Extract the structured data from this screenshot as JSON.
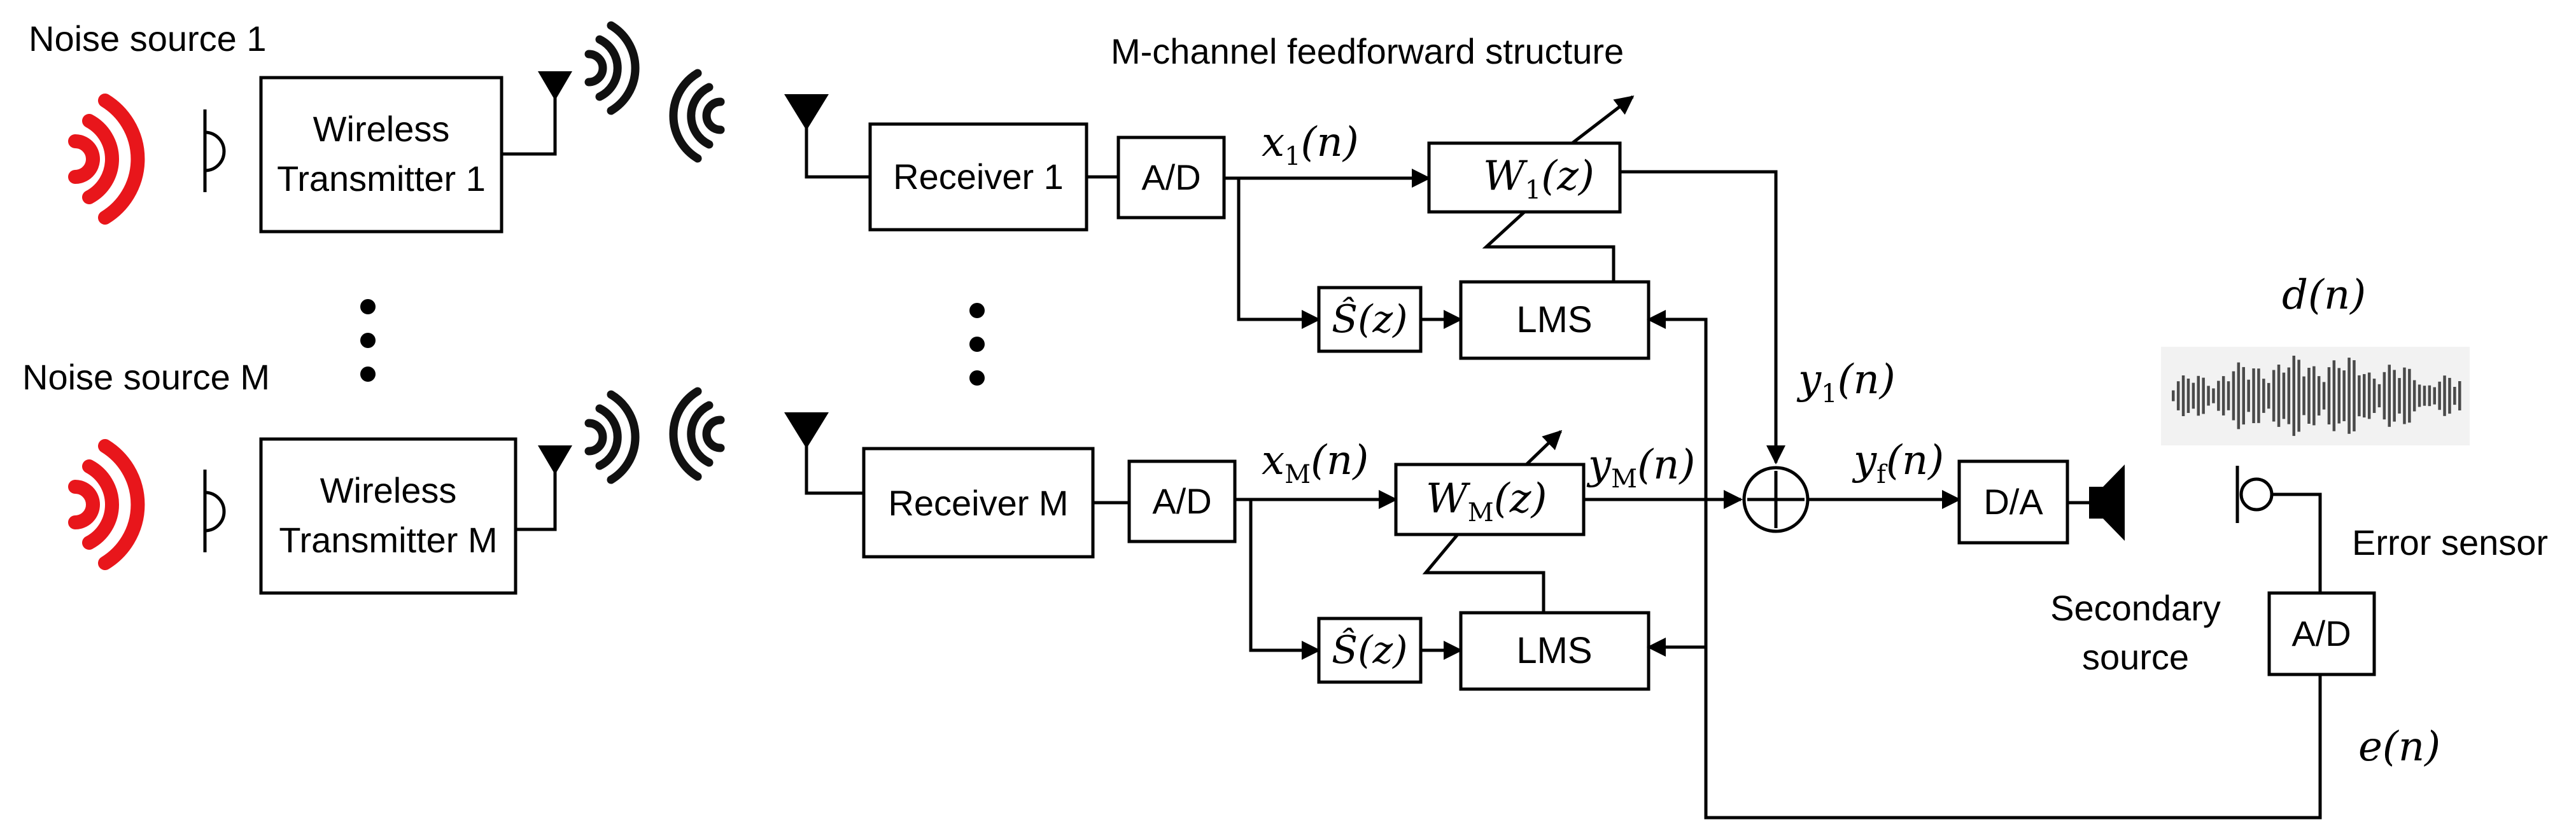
{
  "colors": {
    "noise_waves": "#e8161b",
    "lines": "#000000",
    "waveform_bg": "#f2f2f2",
    "waveform_bars": "#4a4a4a"
  },
  "labels": {
    "noise_source_1": "Noise source 1",
    "noise_source_m": "Noise source M",
    "transmitter_1_line1": "Wireless",
    "transmitter_1_line2": "Transmitter 1",
    "transmitter_m_line1": "Wireless",
    "transmitter_m_line2": "Transmitter M",
    "receiver_1": "Receiver 1",
    "receiver_m": "Receiver M",
    "ad": "A/D",
    "da": "D/A",
    "lms": "LMS",
    "structure_title": "M-channel feedforward structure",
    "secondary_source_line1": "Secondary",
    "secondary_source_line2": "source",
    "error_sensor": "Error sensor"
  },
  "signals": {
    "x1": {
      "base": "x",
      "sub": "1",
      "arg": "(n)"
    },
    "xM": {
      "base": "x",
      "sub": "M",
      "arg": "(n)"
    },
    "W1": {
      "base": "W",
      "sub": "1",
      "arg": "(z)"
    },
    "WM": {
      "base": "W",
      "sub": "M",
      "arg": "(z)"
    },
    "y1": {
      "base": "y",
      "sub": "1",
      "arg": "(n)"
    },
    "yM": {
      "base": "y",
      "sub": "M",
      "arg": "(n)"
    },
    "yf": {
      "base": "y",
      "sub": "f",
      "arg": "(n)"
    },
    "shat": {
      "base": "Ŝ",
      "arg": "(z)"
    },
    "d": {
      "base": "d",
      "arg": "(n)"
    },
    "e": {
      "base": "e",
      "arg": "(n)"
    }
  },
  "icons": [
    "noise-wave-icon",
    "microphone-icon",
    "antenna-icon",
    "radio-wave-icon",
    "ellipsis-dots-icon",
    "sum-junction-icon",
    "loudspeaker-icon",
    "waveform-icon"
  ]
}
